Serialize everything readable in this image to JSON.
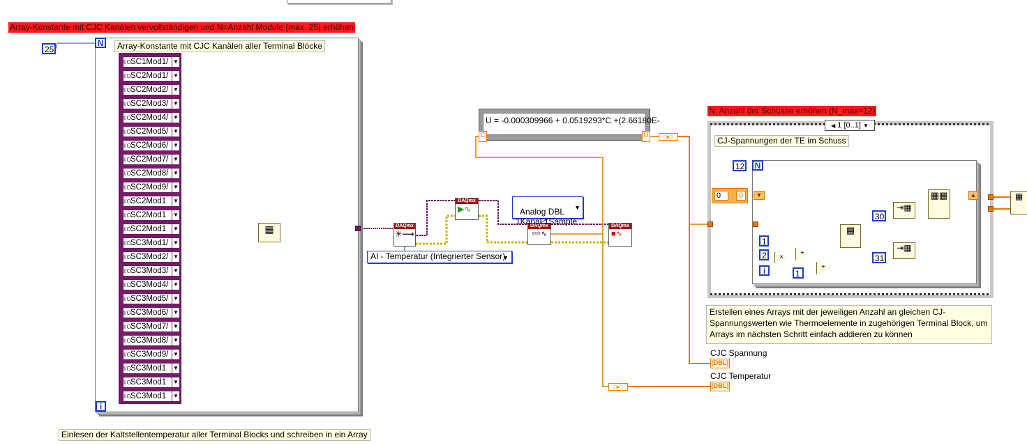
{
  "labels": {
    "red_title_left": "Array-Konstante mit CJC Kanälen vervollständigen und N=Anzahl Module (max. 25) erhöhen",
    "array_caption": "Array-Konstante mit CJC Kanälen aller Terminal Blöcke",
    "bottom_note": "Einlesen der Kaltstellentemperatur aller Terminal Blocks und schreiben in ein Array",
    "red_title_right": "N: Anzahl der Schüsse erhöhen (N_max=12)",
    "cj_caption": "CJ-Spannungen der TE im Schuss",
    "description": "Erstellen eines Arrays mit der jeweiligen Anzahl an gleichen CJ-Spannungswerten wie Thermoelemente in zugehörigen Terminal Block, um Arrays im nächsten Schritt einfach addieren zu können",
    "formula": "U = -0.000309966 + 0.0519293*C +(2.66180E-",
    "formula_in": "C",
    "formula_out": "U",
    "analog_dbl": "Analog DBL\n1Kanal 1Sample",
    "ai_temp": "AI - Temperatur (Integrierter Sensor)",
    "case_selector": "1 [0..1]",
    "cjc_spannung": "CJC Spannung",
    "cjc_temperatur": "CJC Temperatur",
    "dbl": "DBL",
    "daqmx": "DAQmx",
    "n": "N",
    "i": "i",
    "const_0": "0"
  },
  "constants": {
    "n_modules": "25",
    "n_shots": "12",
    "c1": "1",
    "c2": "2",
    "c1b": "1",
    "c30": "30",
    "c31": "31"
  },
  "channels": [
    "SC1Mod1/",
    "SC2Mod1/",
    "SC2Mod2/",
    "SC2Mod3/",
    "SC2Mod4/",
    "SC2Mod5/",
    "SC2Mod6/",
    "SC2Mod7/",
    "SC2Mod8/",
    "SC2Mod9/",
    "SC2Mod1",
    "SC2Mod1",
    "SC2Mod1",
    "SC3Mod1/",
    "SC3Mod2/",
    "SC3Mod3/",
    "SC3Mod4/",
    "SC3Mod5/",
    "SC3Mod6/",
    "SC3Mod7/",
    "SC3Mod8/",
    "SC3Mod9/",
    "SC3Mod1",
    "SC3Mod1",
    "SC3Mod1"
  ],
  "colors": {
    "numeric_blue": "#1e3cc8",
    "dbl_orange": "#e07b00",
    "daq_purple": "#6b1a5f",
    "error_yellow": "#c8b400",
    "label_red": "#ff1a1a"
  }
}
